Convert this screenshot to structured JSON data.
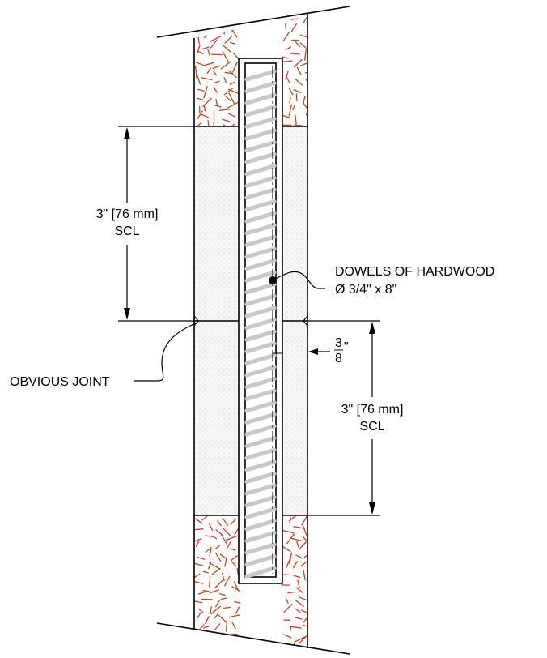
{
  "labels": {
    "upper_dim_value": "3\" [76 mm]",
    "upper_dim_unit": "SCL",
    "lower_dim_value": "3\" [76 mm]",
    "lower_dim_unit": "SCL",
    "dowel_line1": "DOWELS OF HARDWOOD",
    "dowel_line2": "Ø 3/4\" x 8\"",
    "joint": "OBVIOUS JOINT",
    "fraction_num": "3",
    "fraction_den": "8",
    "fraction_unit": "\""
  },
  "colors": {
    "stroke": "#000000",
    "fiber": "#c0461e",
    "spiral": "#c8c8c8",
    "scl_fill": "#f3f3f3"
  }
}
